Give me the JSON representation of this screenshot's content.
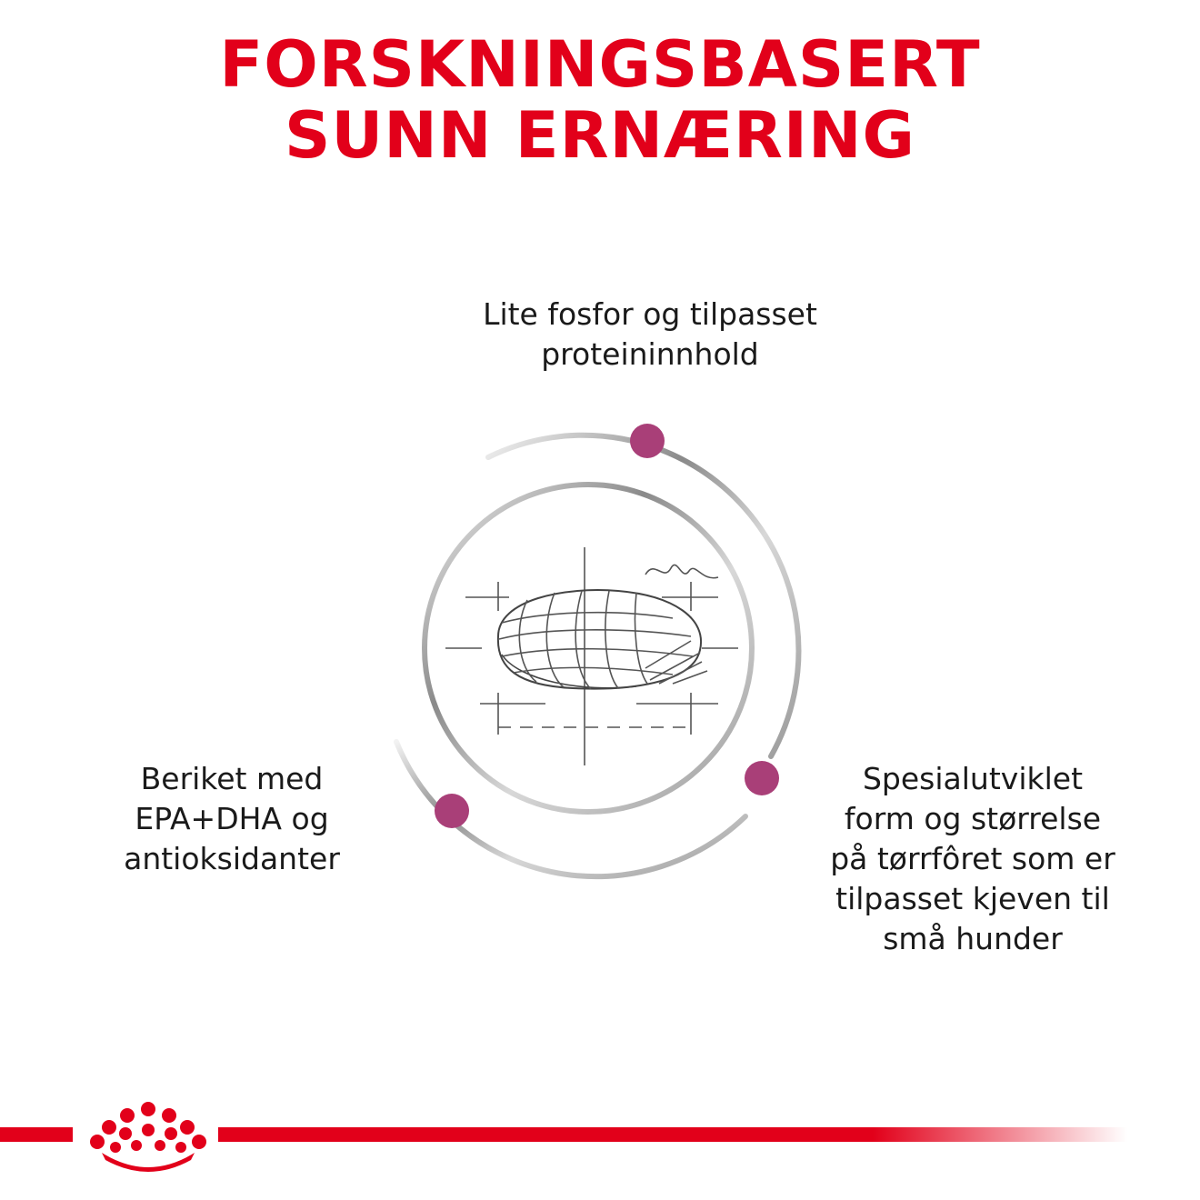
{
  "header": {
    "title_line1": "FORSKNINGSBASERT",
    "title_line2": "SUNN ERNÆRING"
  },
  "benefits": [
    {
      "lines": [
        "Lite fosfor og tilpasset",
        "proteininnhold"
      ]
    },
    {
      "lines": [
        "Beriket med",
        "EPA+DHA og",
        "antioksidanter"
      ]
    },
    {
      "lines": [
        "Spesialutviklet",
        "form og størrelse",
        "på tørrfôret som er",
        "tilpasset kjeven til",
        "små hunder"
      ]
    }
  ],
  "colors": {
    "brand_red": "#e2001a",
    "dot_purple": "#a93f78",
    "text": "#1a1a1a"
  },
  "icons": {
    "center_illustration": "kibble-sketch-icon",
    "brand_logo": "royal-canin-crown-logo"
  }
}
